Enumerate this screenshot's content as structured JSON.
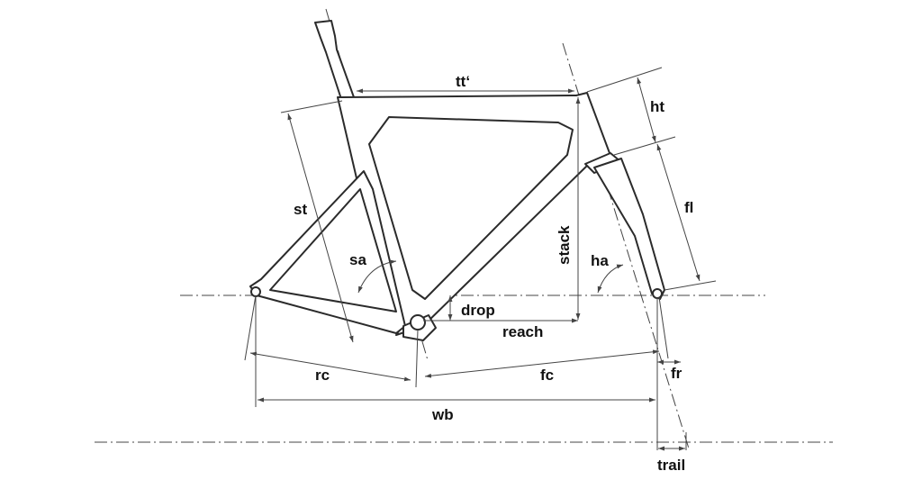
{
  "labels": {
    "tt": "tt‘",
    "ht": "ht",
    "st": "st",
    "fl": "fl",
    "stack": "stack",
    "sa": "sa",
    "ha": "ha",
    "drop": "drop",
    "reach": "reach",
    "rc": "rc",
    "fc": "fc",
    "fr": "fr",
    "wb": "wb",
    "trail": "trail"
  },
  "colors": {
    "line": "#2b2b2b",
    "dimension": "#444444",
    "text": "#111111"
  }
}
